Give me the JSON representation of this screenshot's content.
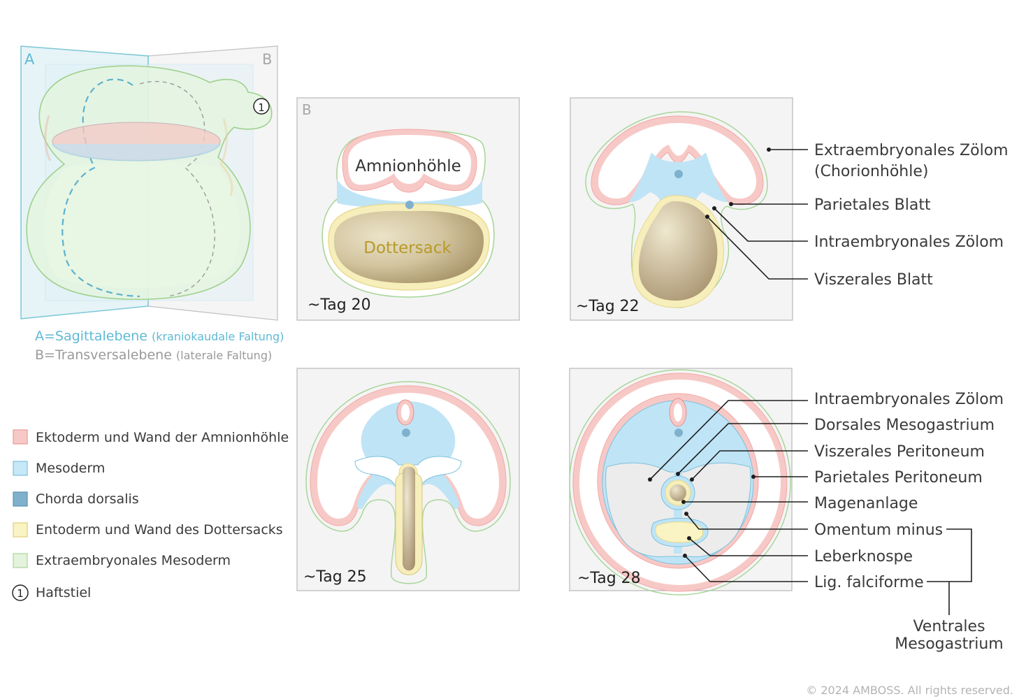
{
  "plane_labels": {
    "a_letter": "A",
    "b_letter": "B",
    "a_line_main": "A=Sagittalebene",
    "a_line_detail": "(kraniokaudale Faltung)",
    "b_line_main": "B=Transversalebene",
    "b_line_detail": "(laterale Faltung)",
    "haftstiel_marker": "1"
  },
  "panels": {
    "tag20": {
      "corner_letter": "B",
      "day": "~Tag 20",
      "amnion": "Amnionhöhle",
      "yolk": "Dottersack"
    },
    "tag22": {
      "day": "~Tag 22"
    },
    "tag25": {
      "day": "~Tag 25"
    },
    "tag28": {
      "day": "~Tag 28"
    }
  },
  "labels_tag22": [
    "Extraembryonales Zölom",
    "(Chorionhöhle)",
    "Parietales Blatt",
    "Intraembryonales Zölom",
    "Viszerales Blatt"
  ],
  "labels_tag28": [
    "Intraembryonales Zölom",
    "Dorsales Mesogastrium",
    "Viszerales Peritoneum",
    "Parietales Peritoneum",
    "Magenanlage",
    "Omentum minus",
    "Leberknospe",
    "Lig. falciforme"
  ],
  "bracket_label": [
    "Ventrales",
    "Mesogastrium"
  ],
  "legend": [
    {
      "label": "Ektoderm und Wand der Amnionhöhle",
      "color": "#f7c9c6"
    },
    {
      "label": "Mesoderm",
      "color": "#c6e8f7"
    },
    {
      "label": "Chorda dorsalis",
      "color": "#7fb1cc"
    },
    {
      "label": "Entoderm und Wand des Dottersacks",
      "color": "#faf3c3"
    },
    {
      "label": "Extraembryonales Mesoderm",
      "color": "#e3f3dc"
    }
  ],
  "legend_haftstiel": {
    "marker": "1",
    "label": "Haftstiel"
  },
  "copyright": "© 2024 AMBOSS. All rights reserved.",
  "colors": {
    "ectoderm": "#f2a6a6",
    "mesoderm": "#bfe4f6",
    "chorda": "#6fa4c2",
    "entoderm": "#f6eebb",
    "extraembryonic_mesoderm": "#a9d69a",
    "yolk_fill": "#cdbf98",
    "plane_a": "#7cc7d6",
    "plane_b": "#b5b5b5"
  }
}
